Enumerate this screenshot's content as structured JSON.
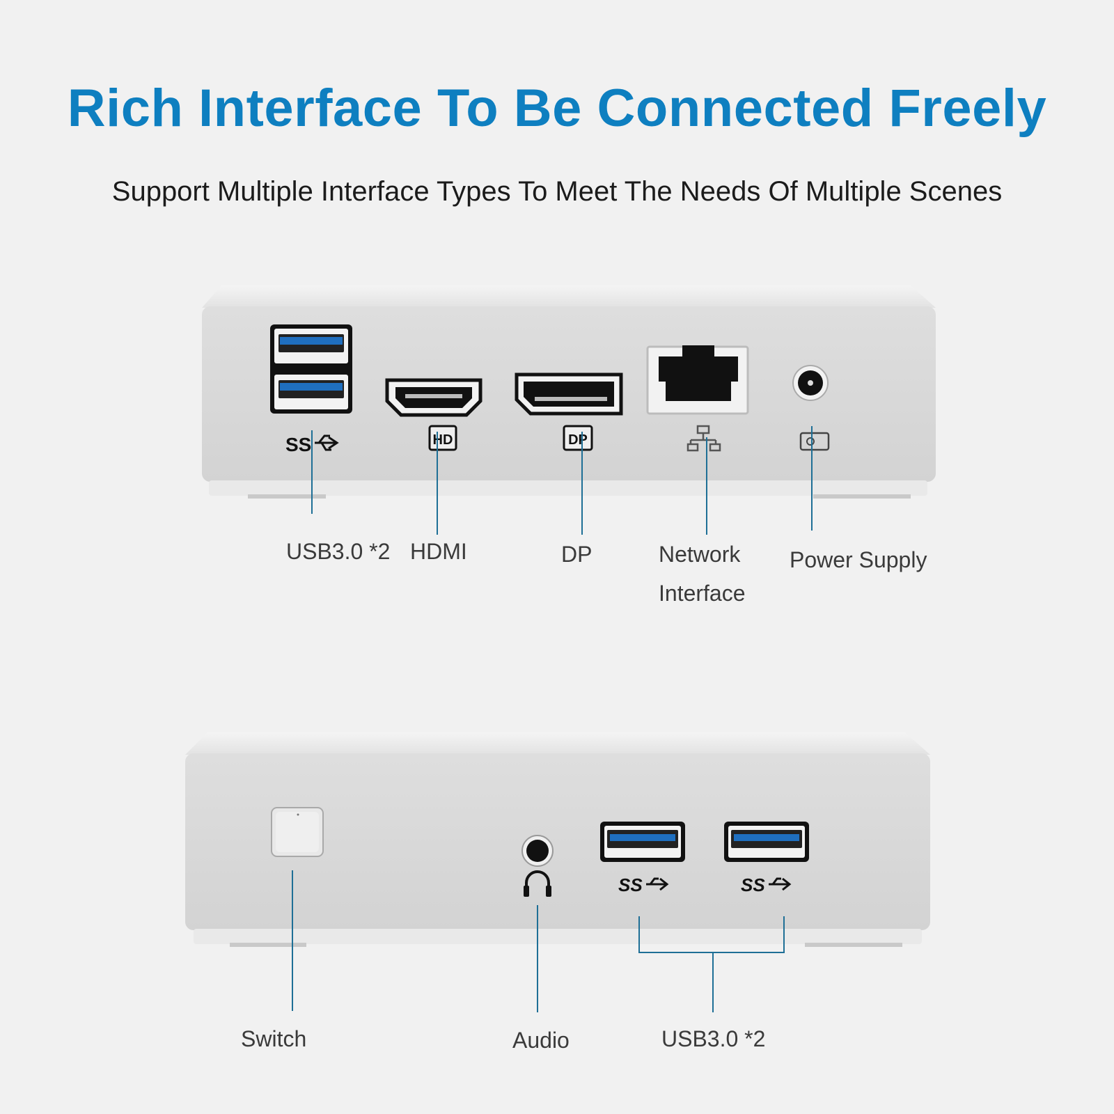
{
  "heading": {
    "title": "Rich Interface To Be Connected Freely",
    "subtitle": "Support Multiple Interface Types To Meet The Needs Of Multiple Scenes"
  },
  "colors": {
    "title": "#0e7fc0",
    "callout_line": "#1e6f96",
    "usb_blue": "#1f6fbf",
    "device_body": "#d9d9d9"
  },
  "rear_panel": {
    "labels": {
      "usb": "USB3.0 *2",
      "hdmi": "HDMI",
      "dp": "DP",
      "network_line1": "Network",
      "network_line2": "Interface",
      "power": "Power Supply"
    },
    "port_marks": {
      "usb": "SS",
      "hdmi": "HD",
      "dp": "DP"
    },
    "icons": [
      "usb3-port-icon",
      "hdmi-port-icon",
      "displayport-icon",
      "rj45-port-icon",
      "dc-power-jack-icon"
    ]
  },
  "front_panel": {
    "labels": {
      "switch": "Switch",
      "audio": "Audio",
      "usb": "USB3.0 *2"
    },
    "port_marks": {
      "usb_left": "SS",
      "usb_right": "SS"
    },
    "icons": [
      "power-button-icon",
      "audio-jack-icon",
      "headphone-icon",
      "usb3-port-icon"
    ]
  }
}
